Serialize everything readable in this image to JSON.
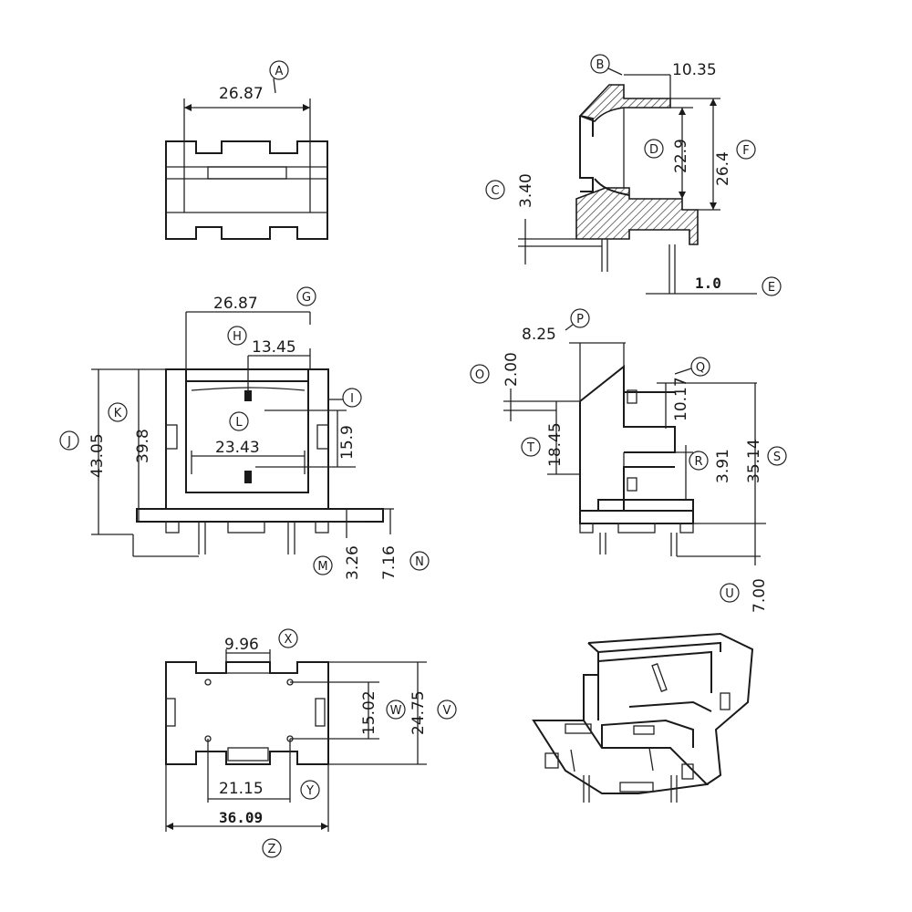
{
  "views": {
    "top": {
      "bubble_a": "A",
      "dim_width": "26.87"
    },
    "side_section": {
      "bubble_b": "B",
      "dim_top": "10.35",
      "bubble_d": "D",
      "dim_inner": "22.9",
      "bubble_f": "F",
      "dim_outer": "26.4",
      "bubble_c": "C",
      "dim_base": "3.40",
      "bubble_e": "E",
      "dim_pin": "1.0"
    },
    "front": {
      "dim_width": "26.87",
      "bubble_g": "G",
      "bubble_h": "H",
      "dim_slot": "13.45",
      "bubble_i": "I",
      "bubble_l": "L",
      "dim_inner": "23.43",
      "dim_slot_height": "15.9",
      "bubble_j": "J",
      "dim_total_height": "43.05",
      "bubble_k": "K",
      "dim_body_height": "39.8",
      "bubble_m": "M",
      "dim_pin_offset": "3.26",
      "bubble_n": "N",
      "dim_pin_length": "7.16"
    },
    "side": {
      "bubble_p": "P",
      "dim_depth": "8.25",
      "bubble_o": "O",
      "dim_lip": "2.00",
      "bubble_q": "Q",
      "dim_upper": "10.17",
      "bubble_t": "T",
      "dim_mid": "18.45",
      "bubble_r": "R",
      "dim_small": "3.91",
      "bubble_s": "S",
      "dim_height": "35.14",
      "bubble_u": "U",
      "dim_pin": "7.00"
    },
    "bottom": {
      "bubble_x": "X",
      "dim_slot": "9.96",
      "bubble_w": "W",
      "dim_inner_height": "15.02",
      "bubble_v": "V",
      "dim_height": "24.75",
      "bubble_y": "Y",
      "dim_pin_span": "21.15",
      "bubble_z": "Z",
      "dim_width": "36.09"
    }
  }
}
